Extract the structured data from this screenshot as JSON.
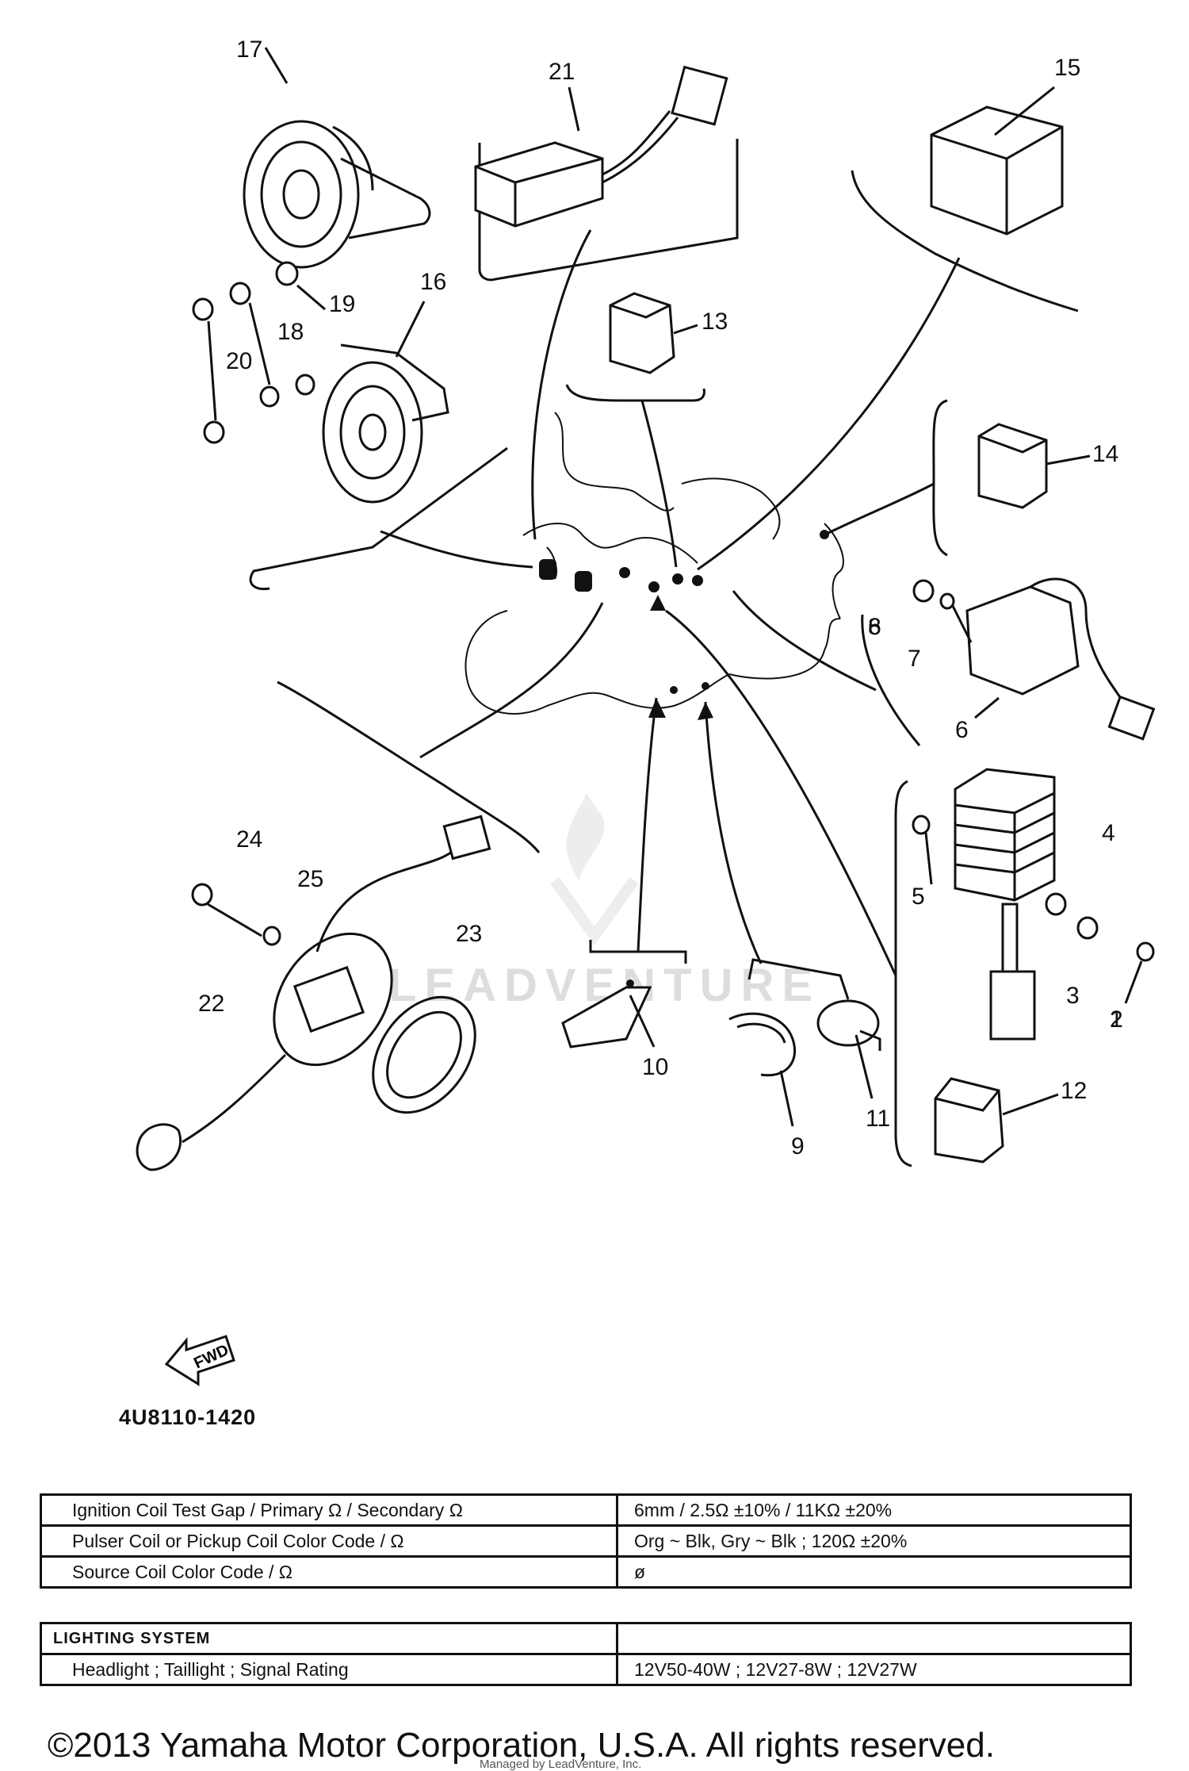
{
  "diagram": {
    "callouts": [
      "1",
      "2",
      "3",
      "4",
      "5",
      "6",
      "6",
      "7",
      "8",
      "9",
      "10",
      "11",
      "12",
      "13",
      "14",
      "15",
      "16",
      "17",
      "18",
      "19",
      "20",
      "21",
      "22",
      "23",
      "24",
      "25"
    ],
    "fwd_label": "FWD",
    "part_code": "4U8110-1420",
    "watermark": "LEADVENTURE"
  },
  "ignition_table": {
    "rows": [
      {
        "label": "Ignition Coil Test Gap / Primary Ω / Secondary Ω",
        "value": "6mm / 2.5Ω ±10% / 11KΩ ±20%"
      },
      {
        "label": "Pulser Coil or Pickup Coil Color Code / Ω",
        "value": "Org ~ Blk, Gry ~ Blk ; 120Ω ±20%"
      },
      {
        "label": "Source Coil Color Code / Ω",
        "value": "ø"
      }
    ]
  },
  "lighting_table": {
    "header": "LIGHTING SYSTEM",
    "rows": [
      {
        "label": "Headlight ; Taillight ; Signal Rating",
        "value": "12V50-40W ; 12V27-8W ; 12V27W"
      }
    ]
  },
  "footer": {
    "copyright": "©2013 Yamaha Motor Corporation, U.S.A. All rights reserved.",
    "credit": "Managed by LeadVenture, Inc."
  }
}
